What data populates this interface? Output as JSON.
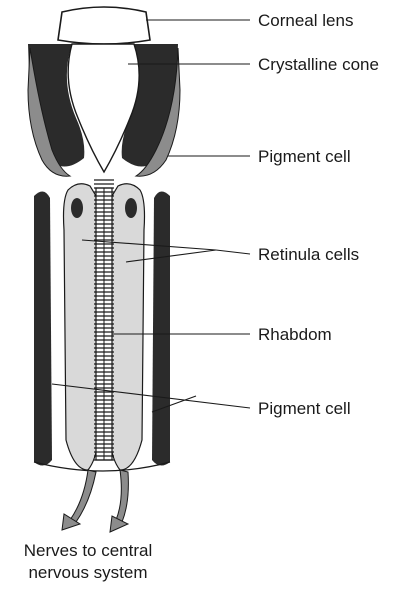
{
  "labels": {
    "corneal_lens": "Corneal lens",
    "crystalline_cone": "Crystalline cone",
    "pigment_cell_upper": "Pigment cell",
    "retinula_cells": "Retinula cells",
    "rhabdom": "Rhabdom",
    "pigment_cell_lower": "Pigment cell"
  },
  "caption": {
    "line1": "Nerves to central",
    "line2": "nervous system"
  },
  "colors": {
    "dark_pigment": "#2b2b2b",
    "mid_gray": "#8c8c8c",
    "light_gray": "#d9d9d9",
    "outline": "#1a1a1a",
    "leader_line": "#1a1a1a"
  }
}
